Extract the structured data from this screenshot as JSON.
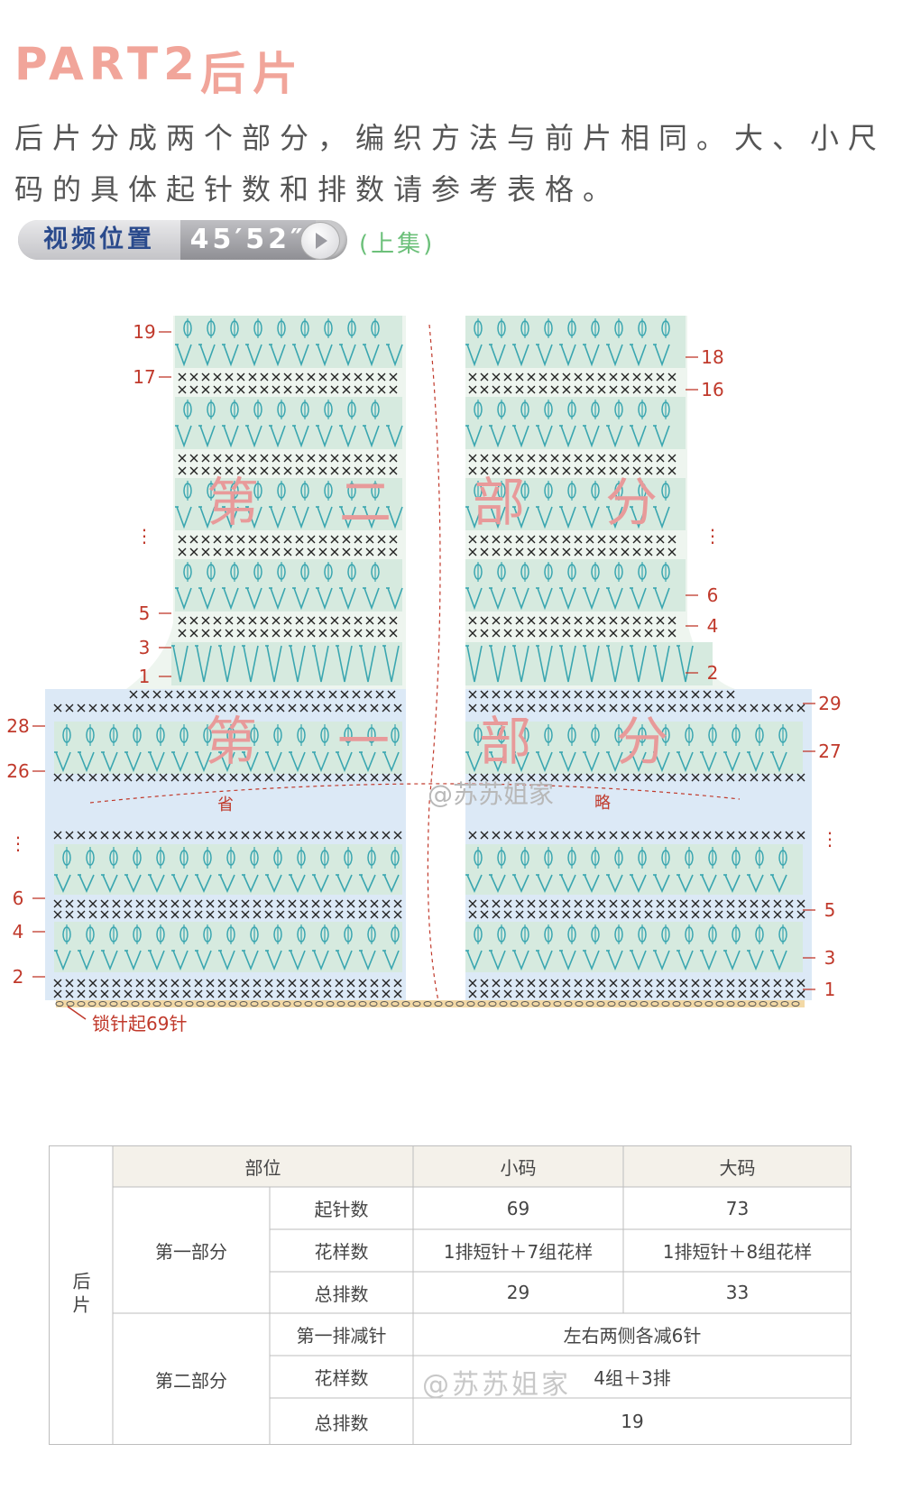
{
  "header": {
    "part_label": "PART2",
    "part_name": "后片",
    "intro_line1": "后片分成两个部分，编织方法与前片相同。大、小尺",
    "intro_line2": "码的具体起针数和排数请参考表格。"
  },
  "video": {
    "label": "视频位置",
    "time": "45′52″",
    "episode": "(上集)",
    "play_icon": "play-icon"
  },
  "diagram": {
    "section_labels": {
      "part1": [
        "第",
        "一",
        "部",
        "分"
      ],
      "part2": [
        "第",
        "二",
        "部",
        "分"
      ]
    },
    "omit_labels": [
      "省",
      "略"
    ],
    "watermark": "@苏苏姐家",
    "start_chain_label": "锁针起69针",
    "row_numbers_left_top": [
      "19",
      "17",
      "⋮",
      "5",
      "3",
      "1"
    ],
    "row_numbers_right_top": [
      "18",
      "16",
      "⋮",
      "6",
      "4",
      "2"
    ],
    "row_numbers_left_bottom": [
      "28",
      "26",
      "⋮",
      "6",
      "4",
      "2"
    ],
    "row_numbers_right_bottom": [
      "29",
      "27",
      "⋮",
      "5",
      "3",
      "1"
    ],
    "colors": {
      "green_band": "#d6eadf",
      "blue_band": "#dce9f6",
      "stitch": "#3aa6b0",
      "sc_stitch": "#222222",
      "row_number": "#c0392b",
      "section_text": "#e89a9a"
    }
  },
  "table": {
    "side_label": "后片",
    "header": [
      "部位",
      "小码",
      "大码"
    ],
    "group1": {
      "name": "第一部分",
      "rows": [
        {
          "item": "起针数",
          "small": "69",
          "large": "73"
        },
        {
          "item": "花样数",
          "small": "1排短针＋7组花样",
          "large": "1排短针＋8组花样"
        },
        {
          "item": "总排数",
          "small": "29",
          "large": "33"
        }
      ]
    },
    "group2": {
      "name": "第二部分",
      "rows": [
        {
          "item": "第一排减针",
          "value": "左右两侧各减6针"
        },
        {
          "item": "花样数",
          "value": "4组＋3排"
        },
        {
          "item": "总排数",
          "value": "19"
        }
      ]
    },
    "watermark": "@苏苏姐家"
  }
}
